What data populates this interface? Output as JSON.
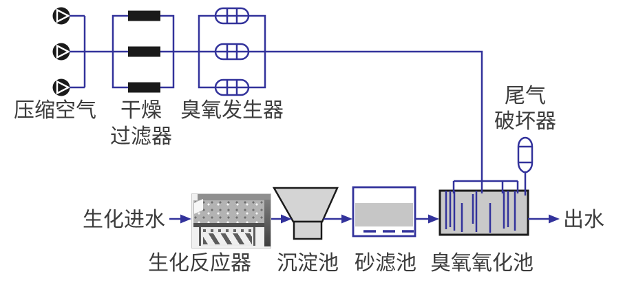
{
  "diagram": {
    "type": "process-flow",
    "air_line": {
      "compressed_air_label": "压缩空气",
      "dryer_filter_label_line1": "干燥",
      "dryer_filter_label_line2": "过滤器",
      "ozone_generator_label": "臭氧发生器",
      "tail_gas_destructor_label_line1": "尾气",
      "tail_gas_destructor_label_line2": "破坏器"
    },
    "water_line": {
      "influent_label": "生化进水",
      "bio_reactor_label": "生化反应器",
      "sedimentation_label": "沉淀池",
      "sand_filter_label": "砂滤池",
      "ozone_tank_label": "臭氧氧化池",
      "effluent_label": "出水"
    },
    "icons": {
      "compressor": "compressor-pump-icon",
      "filter_element": "filter-cartridge-bar",
      "generator_cell": "ozone-generator-cell",
      "destructor_vessel": "tail-gas-destructor-vessel"
    },
    "colors": {
      "pipe_blue": "#32329b",
      "symbol_ink": "#1a1a1a",
      "tank_gray": "#c9c9c9",
      "funnel_gray": "#d4d4d4",
      "sand_gray": "#c6c6c6",
      "text_color": "#3c3c3c",
      "background": "#ffffff"
    }
  }
}
